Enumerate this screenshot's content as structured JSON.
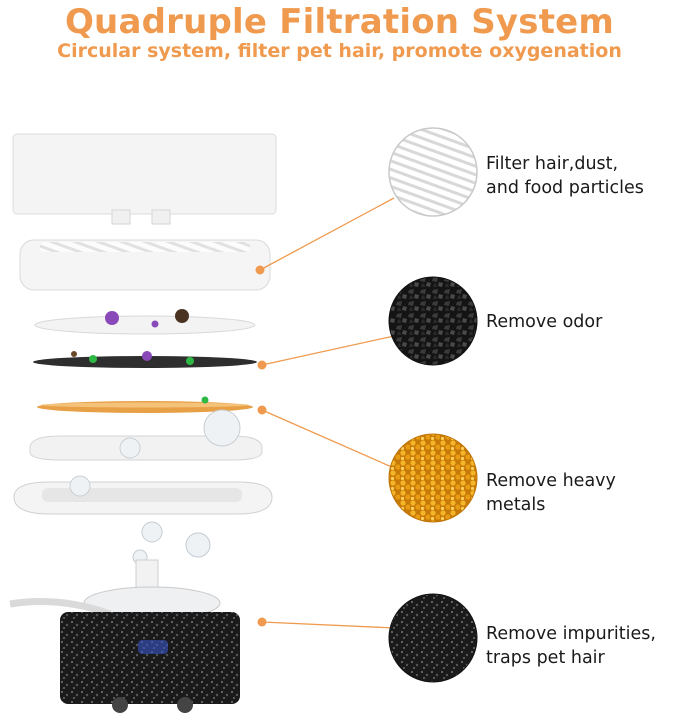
{
  "header": {
    "title": "Quadruple Filtration System",
    "subtitle": "Circular system, filter pet hair, promote oxygenation"
  },
  "accent_color": "#ef9a4e",
  "callouts": [
    {
      "lines": [
        "Filter hair,dust,",
        "and food particles"
      ],
      "icon": "white-filter-mesh-icon"
    },
    {
      "lines": [
        "Remove odor"
      ],
      "icon": "activated-carbon-icon"
    },
    {
      "lines": [
        "Remove heavy metals"
      ],
      "icon": "resin-beads-icon"
    },
    {
      "lines": [
        "Remove impurities,",
        "traps pet hair"
      ],
      "icon": "pre-filter-sponge-icon"
    }
  ]
}
